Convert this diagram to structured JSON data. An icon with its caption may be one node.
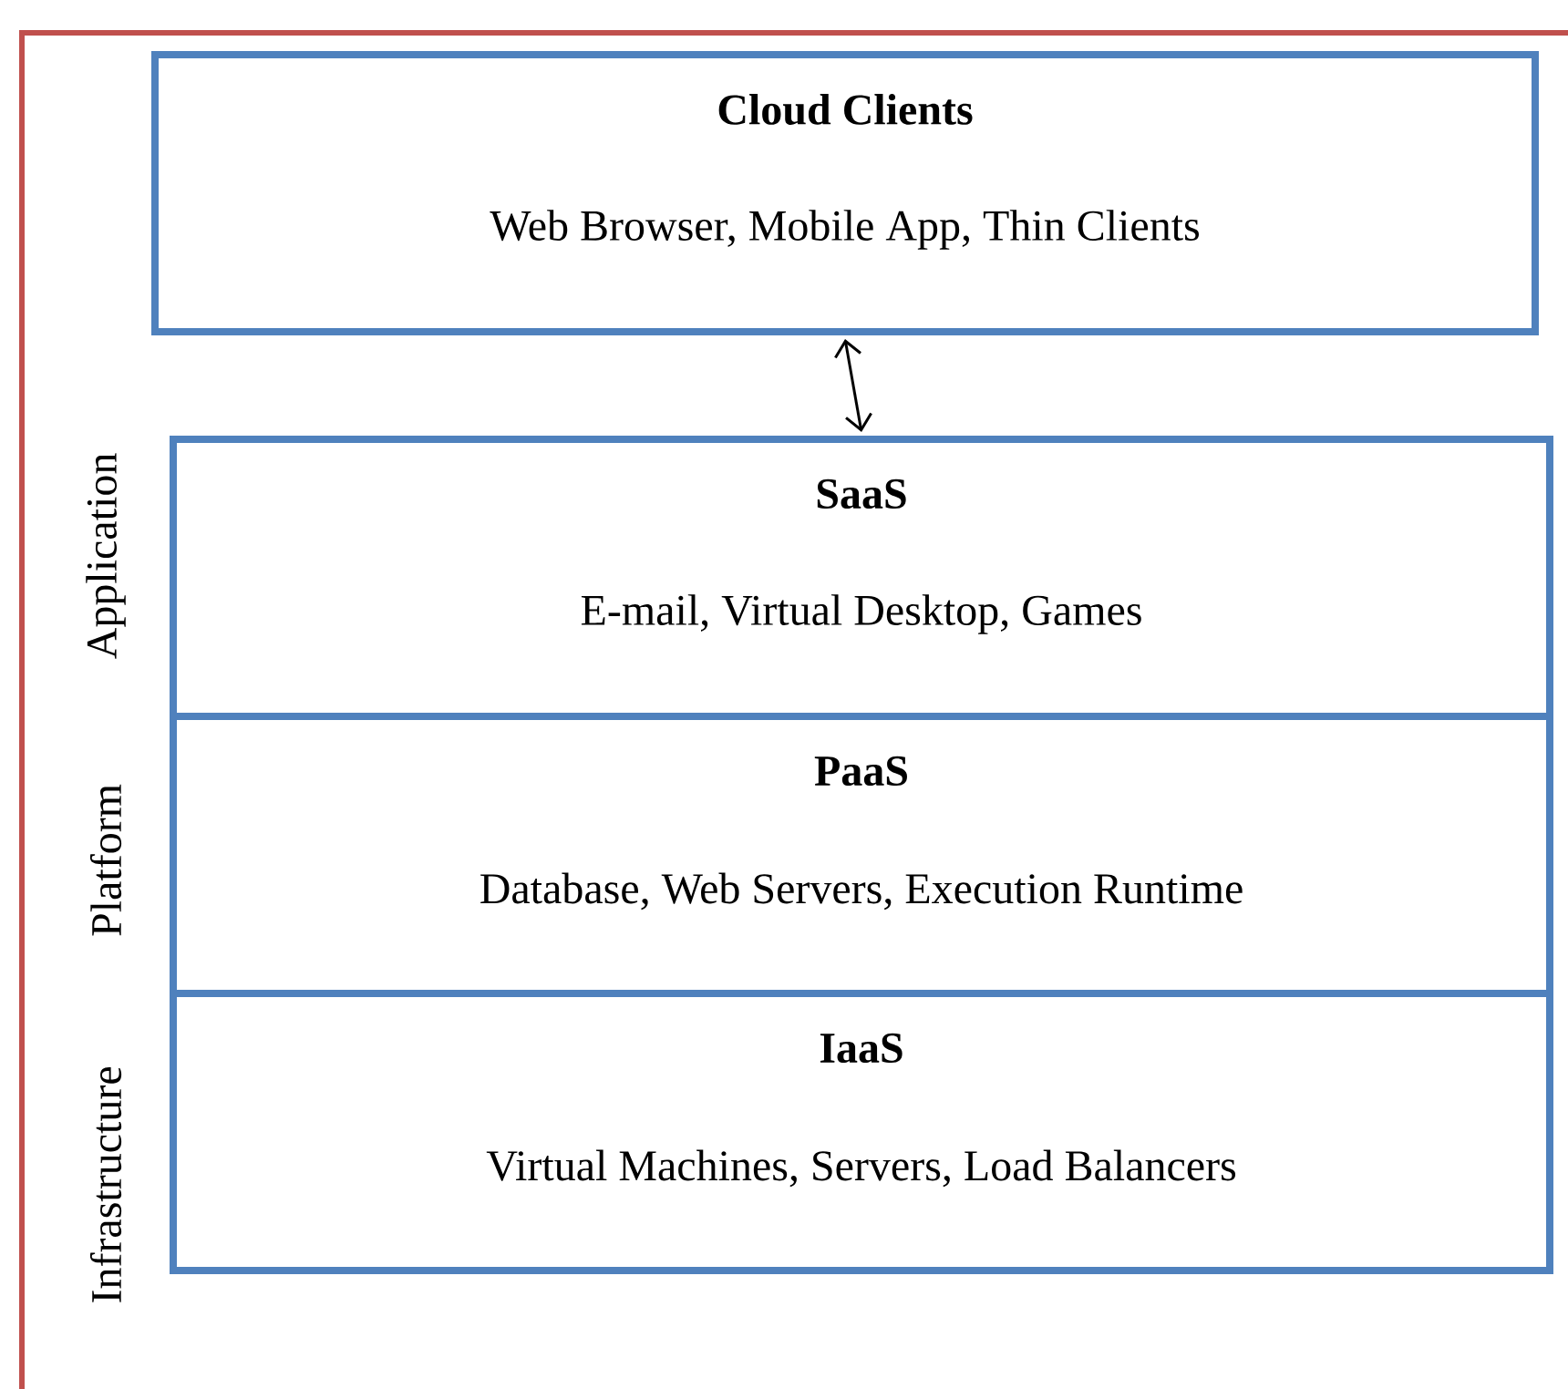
{
  "diagram": {
    "nodes": [
      {
        "text": [
          "Cloud Clients",
          "Web Browser, Mobile App, Thin Clients"
        ]
      },
      {
        "text": [
          "SaaS",
          "E-mail, Virtual Desktop, Games"
        ]
      },
      {
        "text": [
          "PaaS",
          "Database, Web Servers, Execution Runtime"
        ]
      },
      {
        "text": [
          "IaaS",
          "Virtual Machines, Servers, Load Balancers"
        ]
      }
    ],
    "edges": [
      {
        "from": 0,
        "to": 1,
        "arrow": "both"
      }
    ],
    "labels": [
      "Application",
      "Platform",
      "Infrastructure"
    ]
  }
}
